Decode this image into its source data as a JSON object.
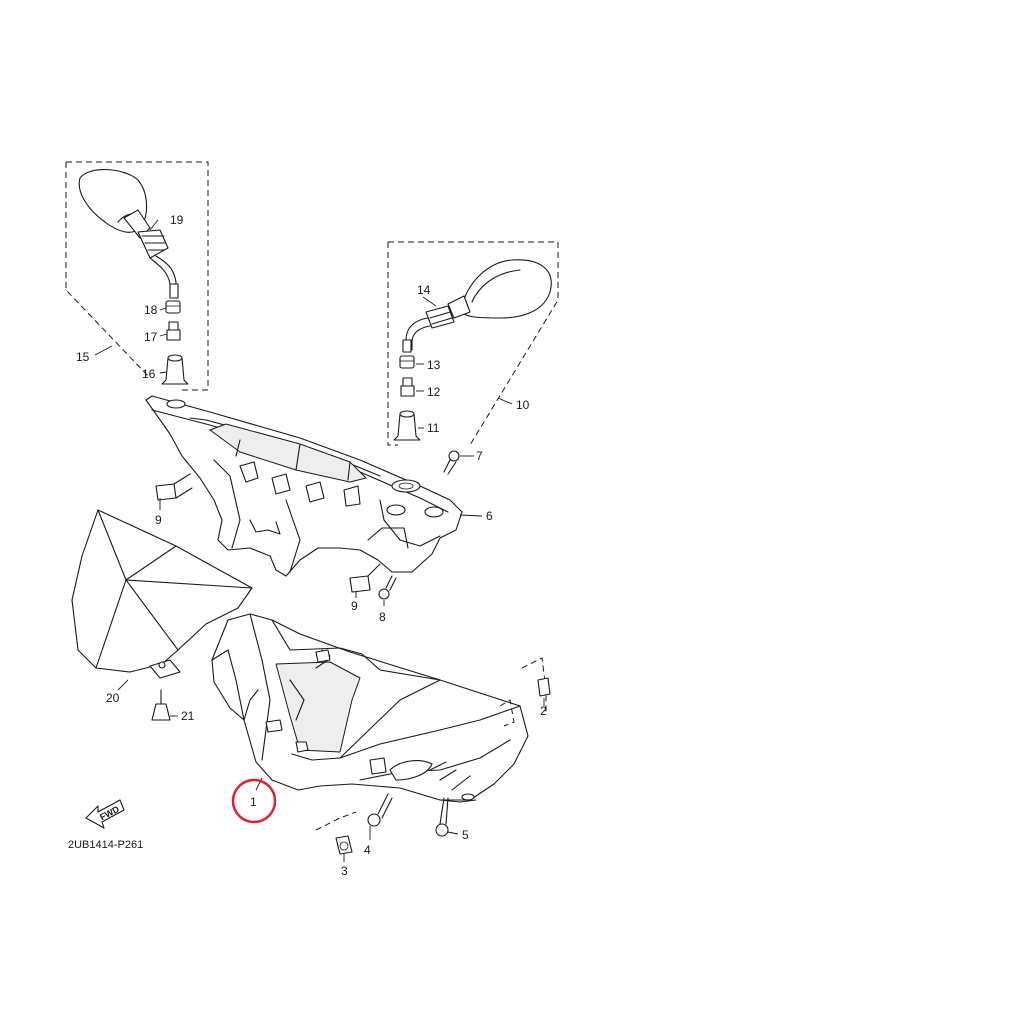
{
  "callouts": {
    "c1": "1",
    "c2": "2",
    "c3": "3",
    "c4": "4",
    "c5": "5",
    "c6": "6",
    "c7": "7",
    "c8": "8",
    "c9a": "9",
    "c9b": "9",
    "c10": "10",
    "c11": "11",
    "c12": "12",
    "c13": "13",
    "c14": "14",
    "c15": "15",
    "c16": "16",
    "c17": "17",
    "c18": "18",
    "c19": "19",
    "c20": "20",
    "c21": "21"
  },
  "reference_code": "2UB1414-P261",
  "fwd_label": "FWD",
  "highlight_color": "#e0202a",
  "line_color": "#1a1a1a"
}
